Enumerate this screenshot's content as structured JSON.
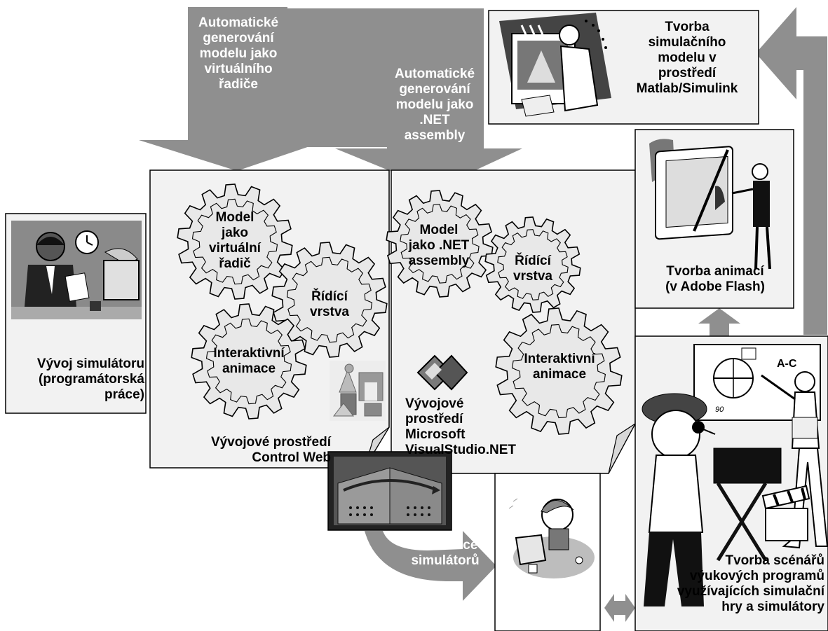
{
  "colors": {
    "arrow": "#8f8f8f",
    "box_fill": "#f2f2f2",
    "gear_fill": "#e8e8e8",
    "white_box": "#ffffff"
  },
  "top_arrows": {
    "virtual_controller": [
      "Automatické",
      "generování",
      "modelu jako",
      "virtuálního",
      "řadiče"
    ],
    "dotnet_assembly": [
      "Automatické",
      "generování",
      "modelu jako",
      ".NET",
      "assembly"
    ]
  },
  "matlab": {
    "lines": [
      "Tvorba",
      "simulačního",
      "modelu v",
      "prostředí",
      "Matlab/Simulink"
    ],
    "icon": "scientist-matlab-icon"
  },
  "flash": {
    "lines": [
      "Tvorba animací",
      "(v Adobe Flash)"
    ],
    "icon": "designer-tablet-icon"
  },
  "developer": {
    "lines": [
      "Vývoj simulátoru",
      "(programátorská",
      "práce)"
    ],
    "icon": "programmer-at-desk-icon"
  },
  "control_web": {
    "gears": {
      "model": [
        "Model",
        "jako",
        "virtuální",
        "řadič"
      ],
      "control": [
        "Řídící",
        "vrstva"
      ],
      "anim": [
        "Interaktivní",
        "animace"
      ]
    },
    "caption": [
      "Vývojové prostředí",
      "Control Web"
    ],
    "icon": "building-blocks-icon"
  },
  "visual_studio": {
    "gears": {
      "model": [
        "Model",
        "jako .NET",
        "assembly"
      ],
      "control": [
        "Řídící",
        "vrstva"
      ],
      "anim": [
        "Interaktivní",
        "animace"
      ]
    },
    "caption": [
      "Vývojové",
      "prostředí",
      "Microsoft",
      "VisualStudio.NET"
    ],
    "icon": "visual-studio-logo-icon"
  },
  "distribution": {
    "lines": [
      "Distribuce",
      "simulátorů"
    ],
    "icon": "network-computers-icon"
  },
  "student": {
    "icon": "student-at-computer-icon"
  },
  "scenarios": {
    "lines": [
      "Tvorba scénářů",
      "výukových programů",
      "využívajících simulační",
      "hry a simulátory"
    ],
    "board_text": "A-C",
    "angle_text": "90",
    "icon": "teacher-director-icon"
  }
}
